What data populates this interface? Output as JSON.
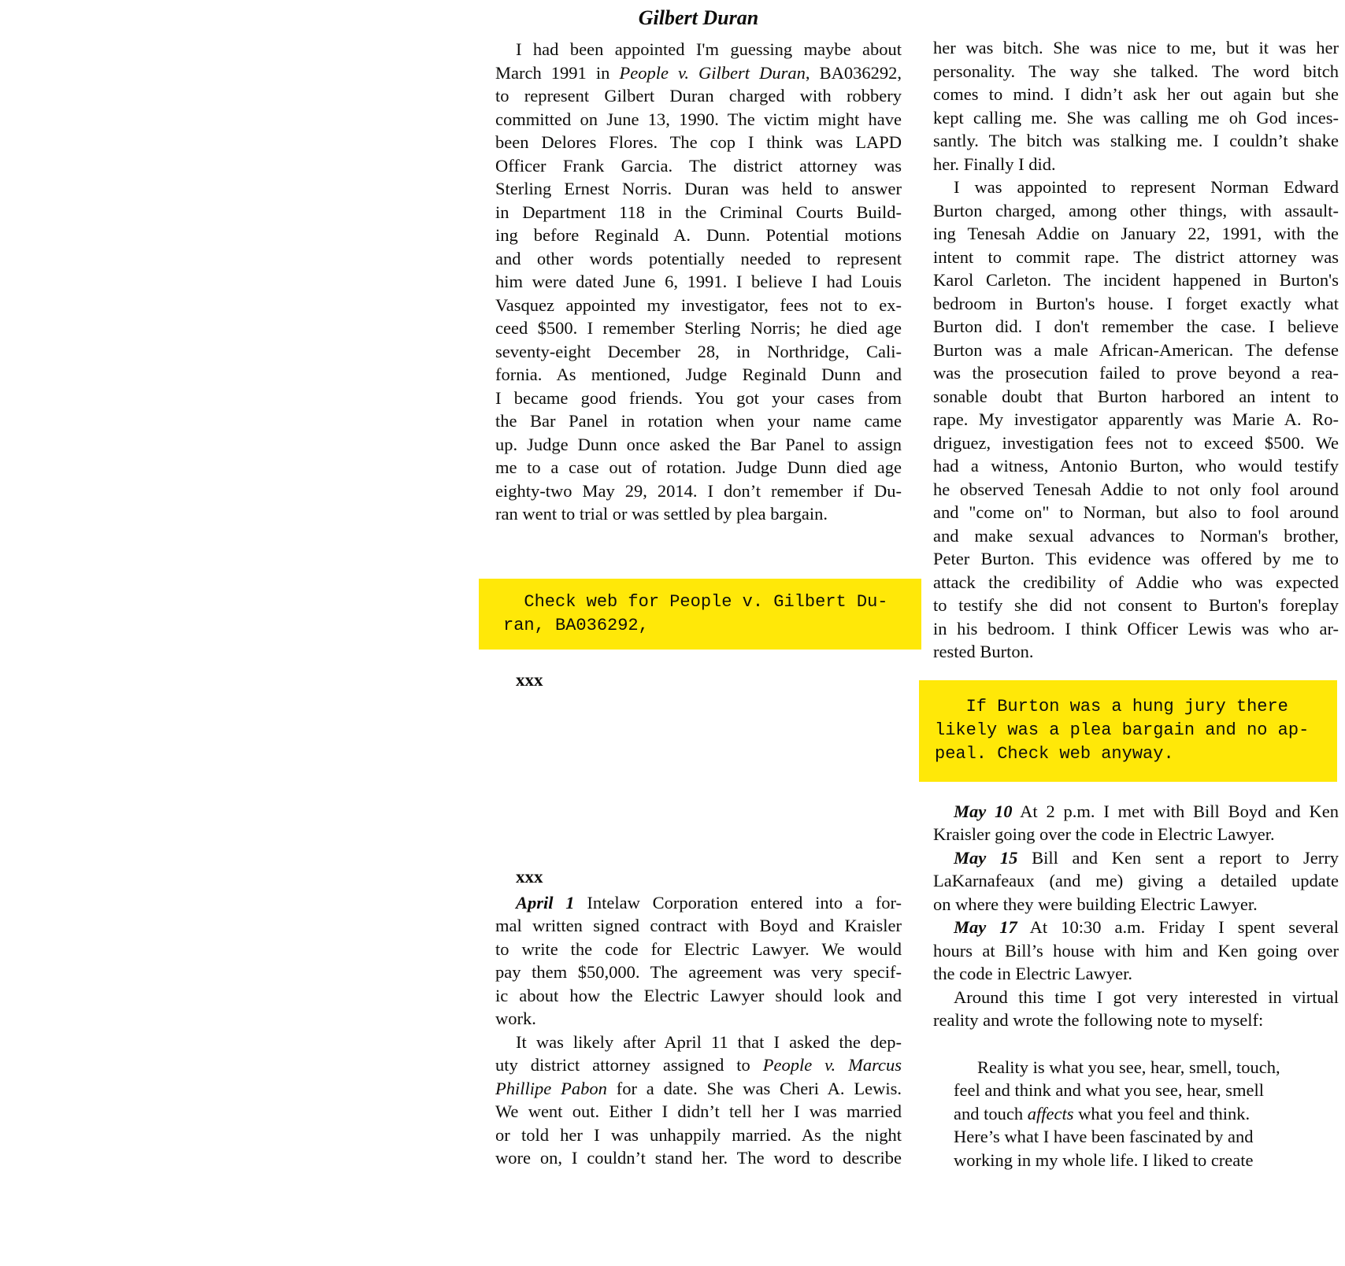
{
  "page": {
    "background_color": "#ffffff",
    "text_color": "#0e0d0b",
    "highlight_color": "#ffe808"
  },
  "left_column": {
    "blocks": [
      {
        "id": "title-duran",
        "type": "title",
        "text": "Gilbert Duran"
      },
      {
        "id": "para-duran",
        "type": "para",
        "indent": true,
        "lines": [
          "I had been appointed I'm guessing maybe about",
          [
            "March 1991 in ",
            {
              "i": "People v. Gilbert Duran"
            },
            ", BA036292,"
          ],
          "to represent Gilbert Duran charged with robbery",
          "committed on June 13, 1990. The victim might have",
          "been Delores Flores. The cop I think was LAPD",
          "Officer Frank Garcia. The district attorney was",
          "Sterling Ernest Norris. Duran was held to answer",
          "in Department 118 in the Criminal Courts Build-",
          "ing before Reginald A. Dunn. Potential motions",
          "and other words potentially needed to represent",
          "him were dated June 6, 1991. I believe I had Louis",
          "Vasquez appointed my investigator, fees not to ex-",
          "ceed $500. I remember Sterling Norris; he died age",
          "seventy-eight December 28, in Northridge, Cali-",
          "fornia. As mentioned, Judge Reginald Dunn and",
          "I became good friends. You got your cases from",
          "the Bar Panel in rotation when your name came",
          "up. Judge Dunn once asked the Bar Panel to assign",
          "me to a case out of rotation. Judge Dunn died age",
          "eighty-two May 29, 2014. I don’t remember if Du-",
          "ran went to trial or was settled by plea bargain."
        ]
      },
      {
        "id": "note-duran",
        "type": "note",
        "lines": [
          "  Check web for People v. Gilbert Du-",
          "ran, BA036292,"
        ]
      },
      {
        "id": "marker-1",
        "type": "marker",
        "text": "xxx"
      },
      {
        "id": "marker-2",
        "type": "marker",
        "text": "xxx"
      },
      {
        "id": "para-april",
        "type": "para",
        "indent": true,
        "lines": [
          [
            {
              "bi": "April 1"
            },
            " Intelaw Corporation entered into a for-"
          ],
          "mal written signed contract with Boyd and Kraisler",
          "to write the code for Electric Lawyer. We would",
          "pay them $50,000. The agreement was very specif-",
          "ic about how the Electric Lawyer should look and",
          "work."
        ]
      },
      {
        "id": "para-date",
        "type": "para",
        "indent": true,
        "open_end": true,
        "lines": [
          "It was likely after April 11 that I asked the dep-",
          [
            "uty district attorney assigned to ",
            {
              "i": "People v. Marcus"
            }
          ],
          [
            {
              "i": "Phillipe Pabon"
            },
            " for a date. She was Cheri A. Lewis."
          ],
          "We went out. Either I didn’t tell her I was married",
          "or told her I was unhappily married. As the night",
          "wore on, I couldn’t stand her. The word to describe"
        ]
      }
    ]
  },
  "right_column": {
    "blocks": [
      {
        "id": "para-bitch",
        "type": "para",
        "indent": false,
        "lines": [
          "her was bitch. She was nice to me, but it was her",
          "personality. The way she talked. The word bitch",
          "comes to mind. I didn’t ask her out again but she",
          "kept calling me. She was calling me oh God inces-",
          "santly. The bitch was stalking me. I couldn’t shake",
          "her. Finally I did."
        ]
      },
      {
        "id": "para-burton",
        "type": "para",
        "indent": true,
        "lines": [
          "I was appointed to represent Norman Edward",
          "Burton charged, among other things, with assault-",
          "ing Tenesah Addie on January 22, 1991, with the",
          "intent to commit rape. The district attorney was",
          "Karol Carleton. The incident happened in Burton's",
          "bedroom in Burton's house. I forget exactly what",
          "Burton did. I don't remember the case. I believe",
          "Burton was a male African-American. The defense",
          "was the prosecution failed to prove beyond a rea-",
          "sonable doubt that Burton harbored an intent to",
          "rape. My investigator apparently was Marie A. Ro-",
          "driguez, investigation fees not to exceed $500. We",
          "had a witness, Antonio Burton, who would testify",
          "he observed Tenesah Addie to not only fool around",
          "and \"come on\" to Norman, but also to fool around",
          "and make sexual advances to Norman's brother,",
          "Peter Burton. This evidence was offered by me to",
          "attack the credibility of Addie who was expected",
          "to testify she did not consent to Burton's foreplay",
          "in his bedroom. I think Officer Lewis was who ar-",
          "rested Burton."
        ]
      },
      {
        "id": "note-burton",
        "type": "note",
        "lines": [
          "   If Burton was a hung jury there",
          "likely was a plea bargain and no ap-",
          "peal. Check web anyway."
        ]
      },
      {
        "id": "para-may10",
        "type": "para",
        "indent": true,
        "lines": [
          [
            {
              "bi": "May 10"
            },
            " At 2 p.m. I met with Bill Boyd and Ken"
          ],
          "Kraisler going over the code in Electric Lawyer."
        ]
      },
      {
        "id": "para-may15",
        "type": "para",
        "indent": true,
        "lines": [
          [
            {
              "bi": "May 15"
            },
            " Bill and Ken sent a report to Jerry"
          ],
          "LaKarnafeaux (and me) giving a detailed update",
          "on where they were building Electric Lawyer."
        ]
      },
      {
        "id": "para-may17",
        "type": "para",
        "indent": true,
        "lines": [
          [
            {
              "bi": "May 17"
            },
            " At 10:30 a.m. Friday I spent several"
          ],
          "hours at Bill’s house with him and Ken going over",
          "the code in Electric Lawyer."
        ]
      },
      {
        "id": "para-around",
        "type": "para",
        "indent": true,
        "lines": [
          "Around this time I got very interested in virtual",
          "reality and wrote the following note to myself:"
        ]
      },
      {
        "id": "quote-reality",
        "type": "quote",
        "indent": true,
        "open_end": true,
        "lines": [
          "Reality is what you see, hear, smell, touch,",
          "feel and think and what you see, hear, smell",
          [
            "and touch ",
            {
              "i": "affects"
            },
            " what you feel and think."
          ],
          "Here’s what I have been fascinated by and",
          "working in my whole life. I liked to create"
        ]
      }
    ]
  }
}
